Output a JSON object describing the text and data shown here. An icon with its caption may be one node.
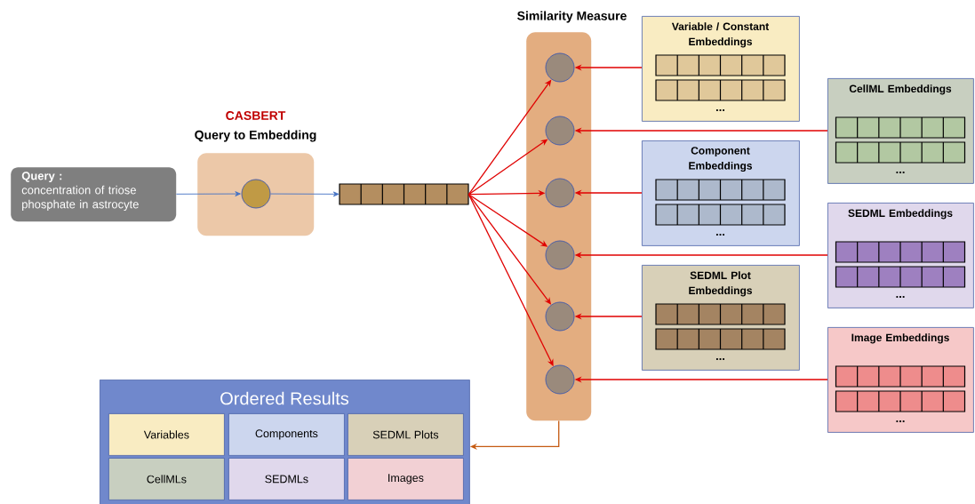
{
  "diagram": {
    "nodes": [
      {
        "text": [
          "Query :",
          "concentration of triose phosphate in astrocyte"
        ]
      },
      {
        "text": [
          "CASBERT",
          "Query to Embedding"
        ]
      },
      {
        "text": [],
        "shape": "circle",
        "in": 1
      },
      {
        "text": [],
        "shape": "bar"
      },
      {
        "text": [
          "Similarity Measure"
        ]
      },
      {
        "text": [],
        "shape": "circle",
        "in": 4
      },
      {
        "text": [],
        "shape": "circle",
        "in": 4
      },
      {
        "text": [],
        "shape": "circle",
        "in": 4
      },
      {
        "text": [],
        "shape": "circle",
        "in": 4
      },
      {
        "text": [],
        "shape": "circle",
        "in": 4
      },
      {
        "text": [],
        "shape": "circle",
        "in": 4
      },
      {
        "text": [
          "Variable / Constant Embeddings",
          "..."
        ]
      },
      {
        "text": [
          "CellML Embeddings",
          "..."
        ]
      },
      {
        "text": [
          "Component Embeddings",
          "..."
        ]
      },
      {
        "text": [
          "SEDML Embeddings",
          "..."
        ]
      },
      {
        "text": [
          "SEDML Plot Embeddings",
          "..."
        ]
      },
      {
        "text": [
          "Image Embeddings",
          "..."
        ]
      },
      {
        "text": [
          "Ordered Results"
        ]
      },
      {
        "text": [
          "Variables"
        ],
        "in": 17
      },
      {
        "text": [
          "Components"
        ],
        "in": 17
      },
      {
        "text": [
          "SEDML Plots"
        ],
        "in": 17
      },
      {
        "text": [
          "CellMLs"
        ],
        "in": 17
      },
      {
        "text": [
          "SEDMLs"
        ],
        "in": 17
      },
      {
        "text": [
          "Images"
        ],
        "in": 17
      }
    ],
    "edges": [
      {
        "from": 0,
        "to": 2,
        "arrow": "to",
        "color": "#4472c4"
      },
      {
        "from": 2,
        "to": 3,
        "arrow": "to",
        "color": "#4472c4"
      },
      {
        "from": 3,
        "to": 5,
        "arrow": "to"
      },
      {
        "from": 3,
        "to": 6,
        "arrow": "to"
      },
      {
        "from": 3,
        "to": 7,
        "arrow": "to"
      },
      {
        "from": 3,
        "to": 8,
        "arrow": "to"
      },
      {
        "from": 3,
        "to": 9,
        "arrow": "to"
      },
      {
        "from": 3,
        "to": 10,
        "arrow": "to"
      },
      {
        "from": 11,
        "to": 5,
        "arrow": "to"
      },
      {
        "from": 12,
        "to": 6,
        "arrow": "to"
      },
      {
        "from": 13,
        "to": 7,
        "arrow": "to"
      },
      {
        "from": 14,
        "to": 8,
        "arrow": "to"
      },
      {
        "from": 15,
        "to": 9,
        "arrow": "to"
      },
      {
        "from": 16,
        "to": 10,
        "arrow": "to"
      },
      {
        "from": 4,
        "to": 17,
        "arrow": "to",
        "color": "#c55a11"
      }
    ]
  }
}
